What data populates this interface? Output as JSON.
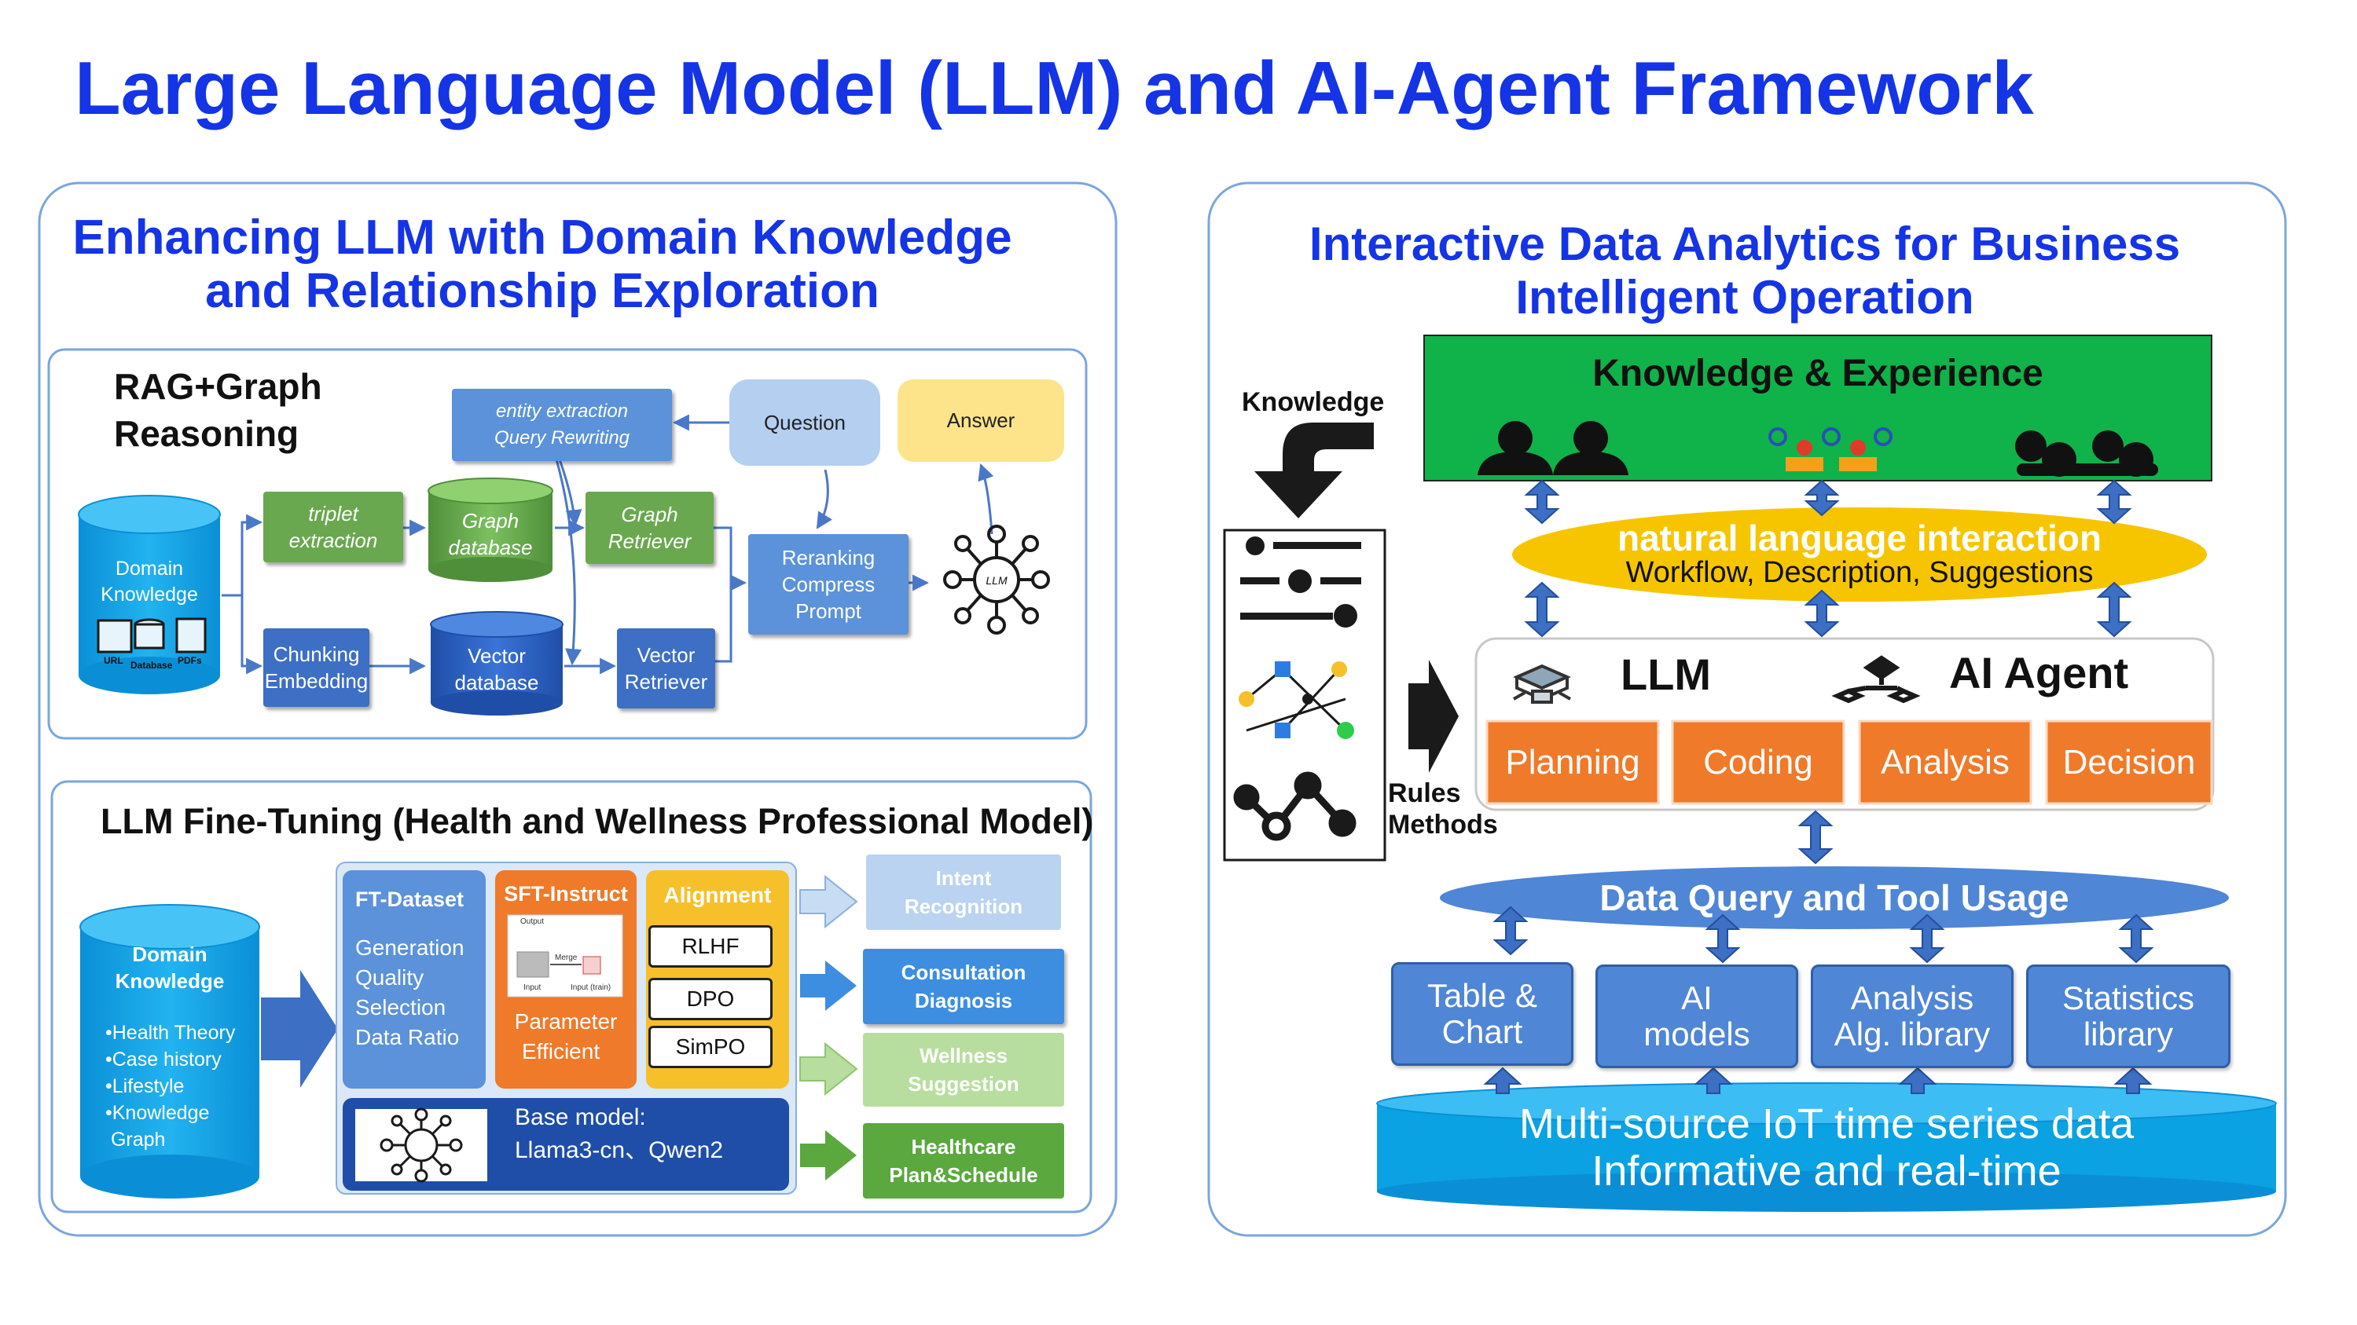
{
  "title": "Large Language Model (LLM) and AI-Agent Framework",
  "left": {
    "title_line1": "Enhancing LLM with Domain Knowledge",
    "title_line2": "and Relationship Exploration",
    "rag": {
      "heading_line1": "RAG+Graph",
      "heading_line2": "Reasoning",
      "domain_line1": "Domain",
      "domain_line2": "Knowledge",
      "url": "URL",
      "database": "Database",
      "pdfs": "PDFs",
      "triplet_line1": "triplet",
      "triplet_line2": "extraction",
      "graphdb_line1": "Graph",
      "graphdb_line2": "database",
      "graphret_line1": "Graph",
      "graphret_line2": "Retriever",
      "chunking_line1": "Chunking",
      "chunking_line2": "Embedding",
      "vectordb_line1": "Vector",
      "vectordb_line2": "database",
      "vectorret_line1": "Vector",
      "vectorret_line2": "Retriever",
      "entity_line1": "entity extraction",
      "entity_line2": "Query Rewriting",
      "question": "Question",
      "answer": "Answer",
      "rerank_line1": "Reranking",
      "rerank_line2": "Compress",
      "rerank_line3": "Prompt",
      "llm_icon_text": "LLM"
    },
    "ft": {
      "heading": "LLM Fine-Tuning (Health and Wellness Professional Model)",
      "domain_line1": "Domain",
      "domain_line2": "Knowledge",
      "bullets": [
        "•Health Theory",
        "•Case history",
        "•Lifestyle",
        "•Knowledge",
        " Graph"
      ],
      "dataset_title": "FT-Dataset",
      "dataset_items": [
        "Generation",
        "Quality",
        "Selection",
        "Data Ratio"
      ],
      "sft_title": "SFT-Instruct",
      "sft_img_output": "Output",
      "sft_img_merge": "Merge",
      "sft_img_input": "Input",
      "sft_img_input_train": "Input (train)",
      "sft_line1": "Parameter",
      "sft_line2": "Efficient",
      "align_title": "Alignment",
      "align_items": [
        "RLHF",
        "DPO",
        "SimPO"
      ],
      "base_line1": "Base model:",
      "base_line2": "Llama3-cn、Qwen2",
      "outputs": [
        {
          "line1": "Intent",
          "line2": "Recognition"
        },
        {
          "line1": "Consultation",
          "line2": "Diagnosis"
        },
        {
          "line1": "Wellness",
          "line2": "Suggestion"
        },
        {
          "line1": "Healthcare",
          "line2": "Plan&Schedule"
        }
      ]
    }
  },
  "right": {
    "title_line1": "Interactive Data Analytics for Business",
    "title_line2": "Intelligent Operation",
    "knowledge_label": "Knowledge",
    "ke_title": "Knowledge & Experience",
    "nli_title": "natural language interaction",
    "nli_sub": "Workflow, Description, Suggestions",
    "llm_label": "LLM",
    "agent_label": "AI Agent",
    "rules_line1": "Rules",
    "rules_line2": "Methods",
    "actions": [
      "Planning",
      "Coding",
      "Analysis",
      "Decision"
    ],
    "dq_title": "Data Query and Tool Usage",
    "tools": [
      {
        "line1": "Table &",
        "line2": "Chart"
      },
      {
        "line1": "AI",
        "line2": "models"
      },
      {
        "line1": "Analysis",
        "line2": "Alg. library"
      },
      {
        "line1": "Statistics",
        "line2": "library"
      }
    ],
    "iot_line1": "Multi-source IoT time series data",
    "iot_line2": "Informative and real-time"
  },
  "colors": {
    "title_blue": "#1434e6",
    "green_box": "#6aa84f",
    "blue_box": "#3d6fc4",
    "orange": "#ef7a2a",
    "ke_green": "#10b24a",
    "nli_yellow": "#f6c500",
    "cyan": "#0aa2e2"
  }
}
